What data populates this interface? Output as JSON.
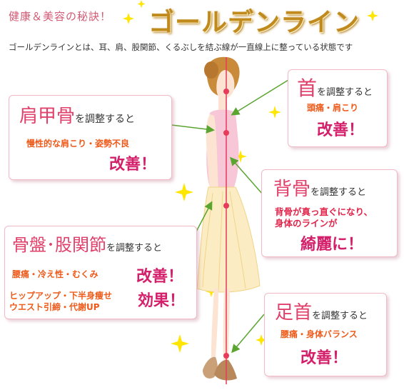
{
  "header": {
    "tagline": "健康＆美容の秘訣！",
    "title": "ゴールデンライン",
    "subtitle": "ゴールデンラインとは、耳、肩、股関節、くるぶしを結ぶ線が一直線上に整っている状態です"
  },
  "panels": {
    "neck": {
      "part": "首",
      "suffix": "を調整すると",
      "effect": "頭痛・肩こり",
      "result": "改善！"
    },
    "scapula": {
      "part": "肩甲骨",
      "suffix": "を調整すると",
      "effect": "慢性的な肩こり・姿勢不良",
      "result": "改善！"
    },
    "spine": {
      "part": "背骨",
      "suffix": "を調整すると",
      "effect_line1": "背骨が真っ直ぐになり、",
      "effect_line2": "身体のラインが",
      "result": "綺麗に！"
    },
    "pelvis": {
      "part": "骨盤･股関節",
      "suffix": "を調整すると",
      "effect1": "腰痛・冷え性・むくみ",
      "result1": "改善！",
      "effect2_line1": "ヒップアップ・下半身痩せ",
      "effect2_line2": "ウエスト引締・代謝UP",
      "result2": "効果！"
    },
    "ankle": {
      "part": "足首",
      "suffix": "を調整すると",
      "effect": "腰痛・身体バランス",
      "result": "改善！"
    }
  },
  "colors": {
    "line": "#e83a5a",
    "arrow": "#5aa530",
    "panel_border": "#f2b9c6",
    "title": "#c08a1c",
    "sparkle": "#ffe600"
  }
}
